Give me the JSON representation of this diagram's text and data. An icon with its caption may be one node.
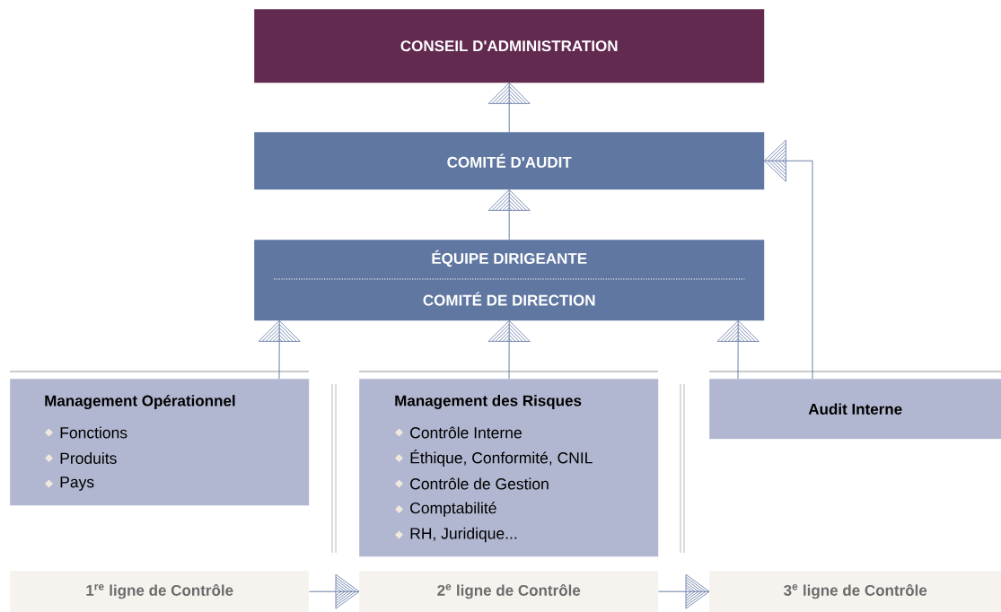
{
  "diagram": {
    "nodes": [
      {
        "text": [
          "CONSEIL D'ADMINISTRATION"
        ]
      },
      {
        "text": [
          "COMITÉ D'AUDIT"
        ]
      },
      {
        "text": [
          "ÉQUIPE DIRIGEANTE",
          "COMITÉ DE DIRECTION"
        ]
      },
      {
        "text": [
          "Management Opérationnel",
          "Fonctions",
          "Produits",
          "Pays"
        ]
      },
      {
        "text": [
          "Management des Risques",
          "Contrôle Interne",
          "Éthique, Conformité, CNIL",
          "Contrôle de Gestion",
          "Comptabilité",
          "RH, Juridique..."
        ]
      },
      {
        "text": [
          "Audit Interne"
        ]
      },
      {
        "text": [
          "1$^{re}$ ligne de Contrôle"
        ]
      },
      {
        "text": [
          "2$^{e}$ ligne de Contrôle"
        ]
      },
      {
        "text": [
          "3$^{e}$ ligne de Contrôle"
        ]
      }
    ],
    "edges": [
      {
        "from": 1,
        "to": 0,
        "arrow": "to"
      },
      {
        "from": 2,
        "to": 1,
        "arrow": "to"
      },
      {
        "from": 3,
        "to": 2,
        "arrow": "to"
      },
      {
        "from": 4,
        "to": 2,
        "arrow": "to"
      },
      {
        "from": 5,
        "to": 2,
        "arrow": "to"
      },
      {
        "from": 5,
        "to": 1,
        "arrow": "to"
      },
      {
        "from": 6,
        "to": 7,
        "arrow": "to"
      },
      {
        "from": 7,
        "to": 8,
        "arrow": "to"
      }
    ]
  }
}
